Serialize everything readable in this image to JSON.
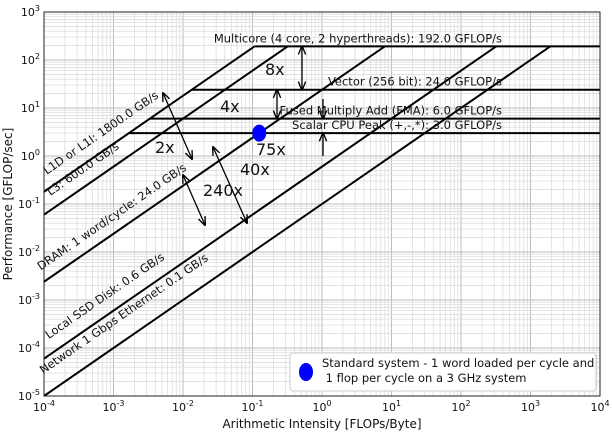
{
  "chart_data": {
    "type": "line",
    "title": "",
    "xlabel": "Arithmetic Intensity [FLOPs/Byte]",
    "ylabel": "Performance [GFLOP/sec]",
    "xscale": "log",
    "yscale": "log",
    "xlim": [
      0.0001,
      10000
    ],
    "ylim": [
      1e-05,
      1000
    ],
    "grid": true,
    "x_ticks": [
      -4,
      -3,
      -2,
      -1,
      0,
      1,
      2,
      3,
      4
    ],
    "y_ticks": [
      -5,
      -4,
      -3,
      -2,
      -1,
      0,
      1,
      2,
      3
    ],
    "bandwidth_roofs": [
      {
        "name": "L1D or L1I: 1800.0 GB/s",
        "gbps": 1800.0
      },
      {
        "name": "L3: 600.0 GB/s",
        "gbps": 600.0
      },
      {
        "name": "DRAM: 1 word/cycle: 24.0 GB/s",
        "gbps": 24.0
      },
      {
        "name": "Local SSD Disk: 0.6 GB/s",
        "gbps": 0.6
      },
      {
        "name": "Network 1 Gbps Ethernet: 0.1 GB/s",
        "gbps": 0.1
      }
    ],
    "compute_ceilings": [
      {
        "name": "Multicore (4 core, 2 hyperthreads): 192.0 GFLOP/s",
        "gflops": 192.0
      },
      {
        "name": "Vector (256 bit): 24.0 GFLOP/s",
        "gflops": 24.0
      },
      {
        "name": "Fused Multiply Add (FMA): 6.0 GFLOP/s",
        "gflops": 6.0
      },
      {
        "name": "Scalar CPU Peak (+,-,*): 3.0 GFLOP/s",
        "gflops": 3.0
      }
    ],
    "annotations": [
      "8x",
      "4x",
      "2x",
      "75x",
      "40x",
      "240x"
    ],
    "point": {
      "x": 0.125,
      "y": 3.0,
      "color": "#0000ff"
    },
    "legend": {
      "placement": "bottom-right",
      "lines": [
        "Standard system - 1 word loaded per cycle and",
        " 1 flop per cycle on a 3 GHz system"
      ]
    }
  }
}
